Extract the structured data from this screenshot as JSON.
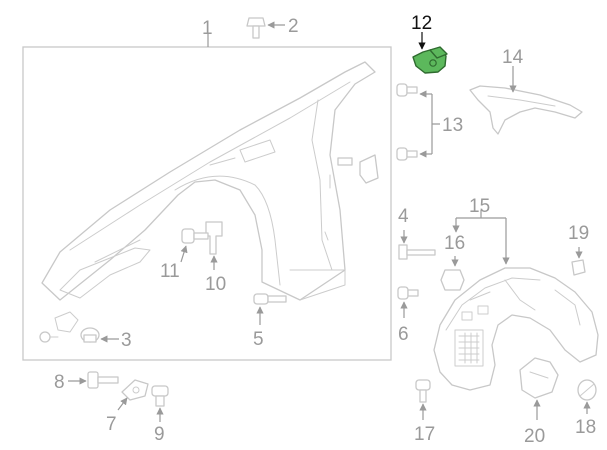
{
  "callouts": {
    "c1": "1",
    "c2": "2",
    "c3": "3",
    "c4": "4",
    "c5": "5",
    "c6": "6",
    "c7": "7",
    "c8": "8",
    "c9": "9",
    "c10": "10",
    "c11": "11",
    "c12": "12",
    "c13": "13",
    "c14": "14",
    "c15": "15",
    "c16": "16",
    "c17": "17",
    "c18": "18",
    "c19": "19",
    "c20": "20"
  },
  "colors": {
    "highlight_fill": "#5cb85c",
    "highlight_stroke": "#2f6b2f",
    "line": "#c8c8c8",
    "label": "#9a9a9a",
    "active_label": "#111111"
  },
  "highlighted_part": "12"
}
